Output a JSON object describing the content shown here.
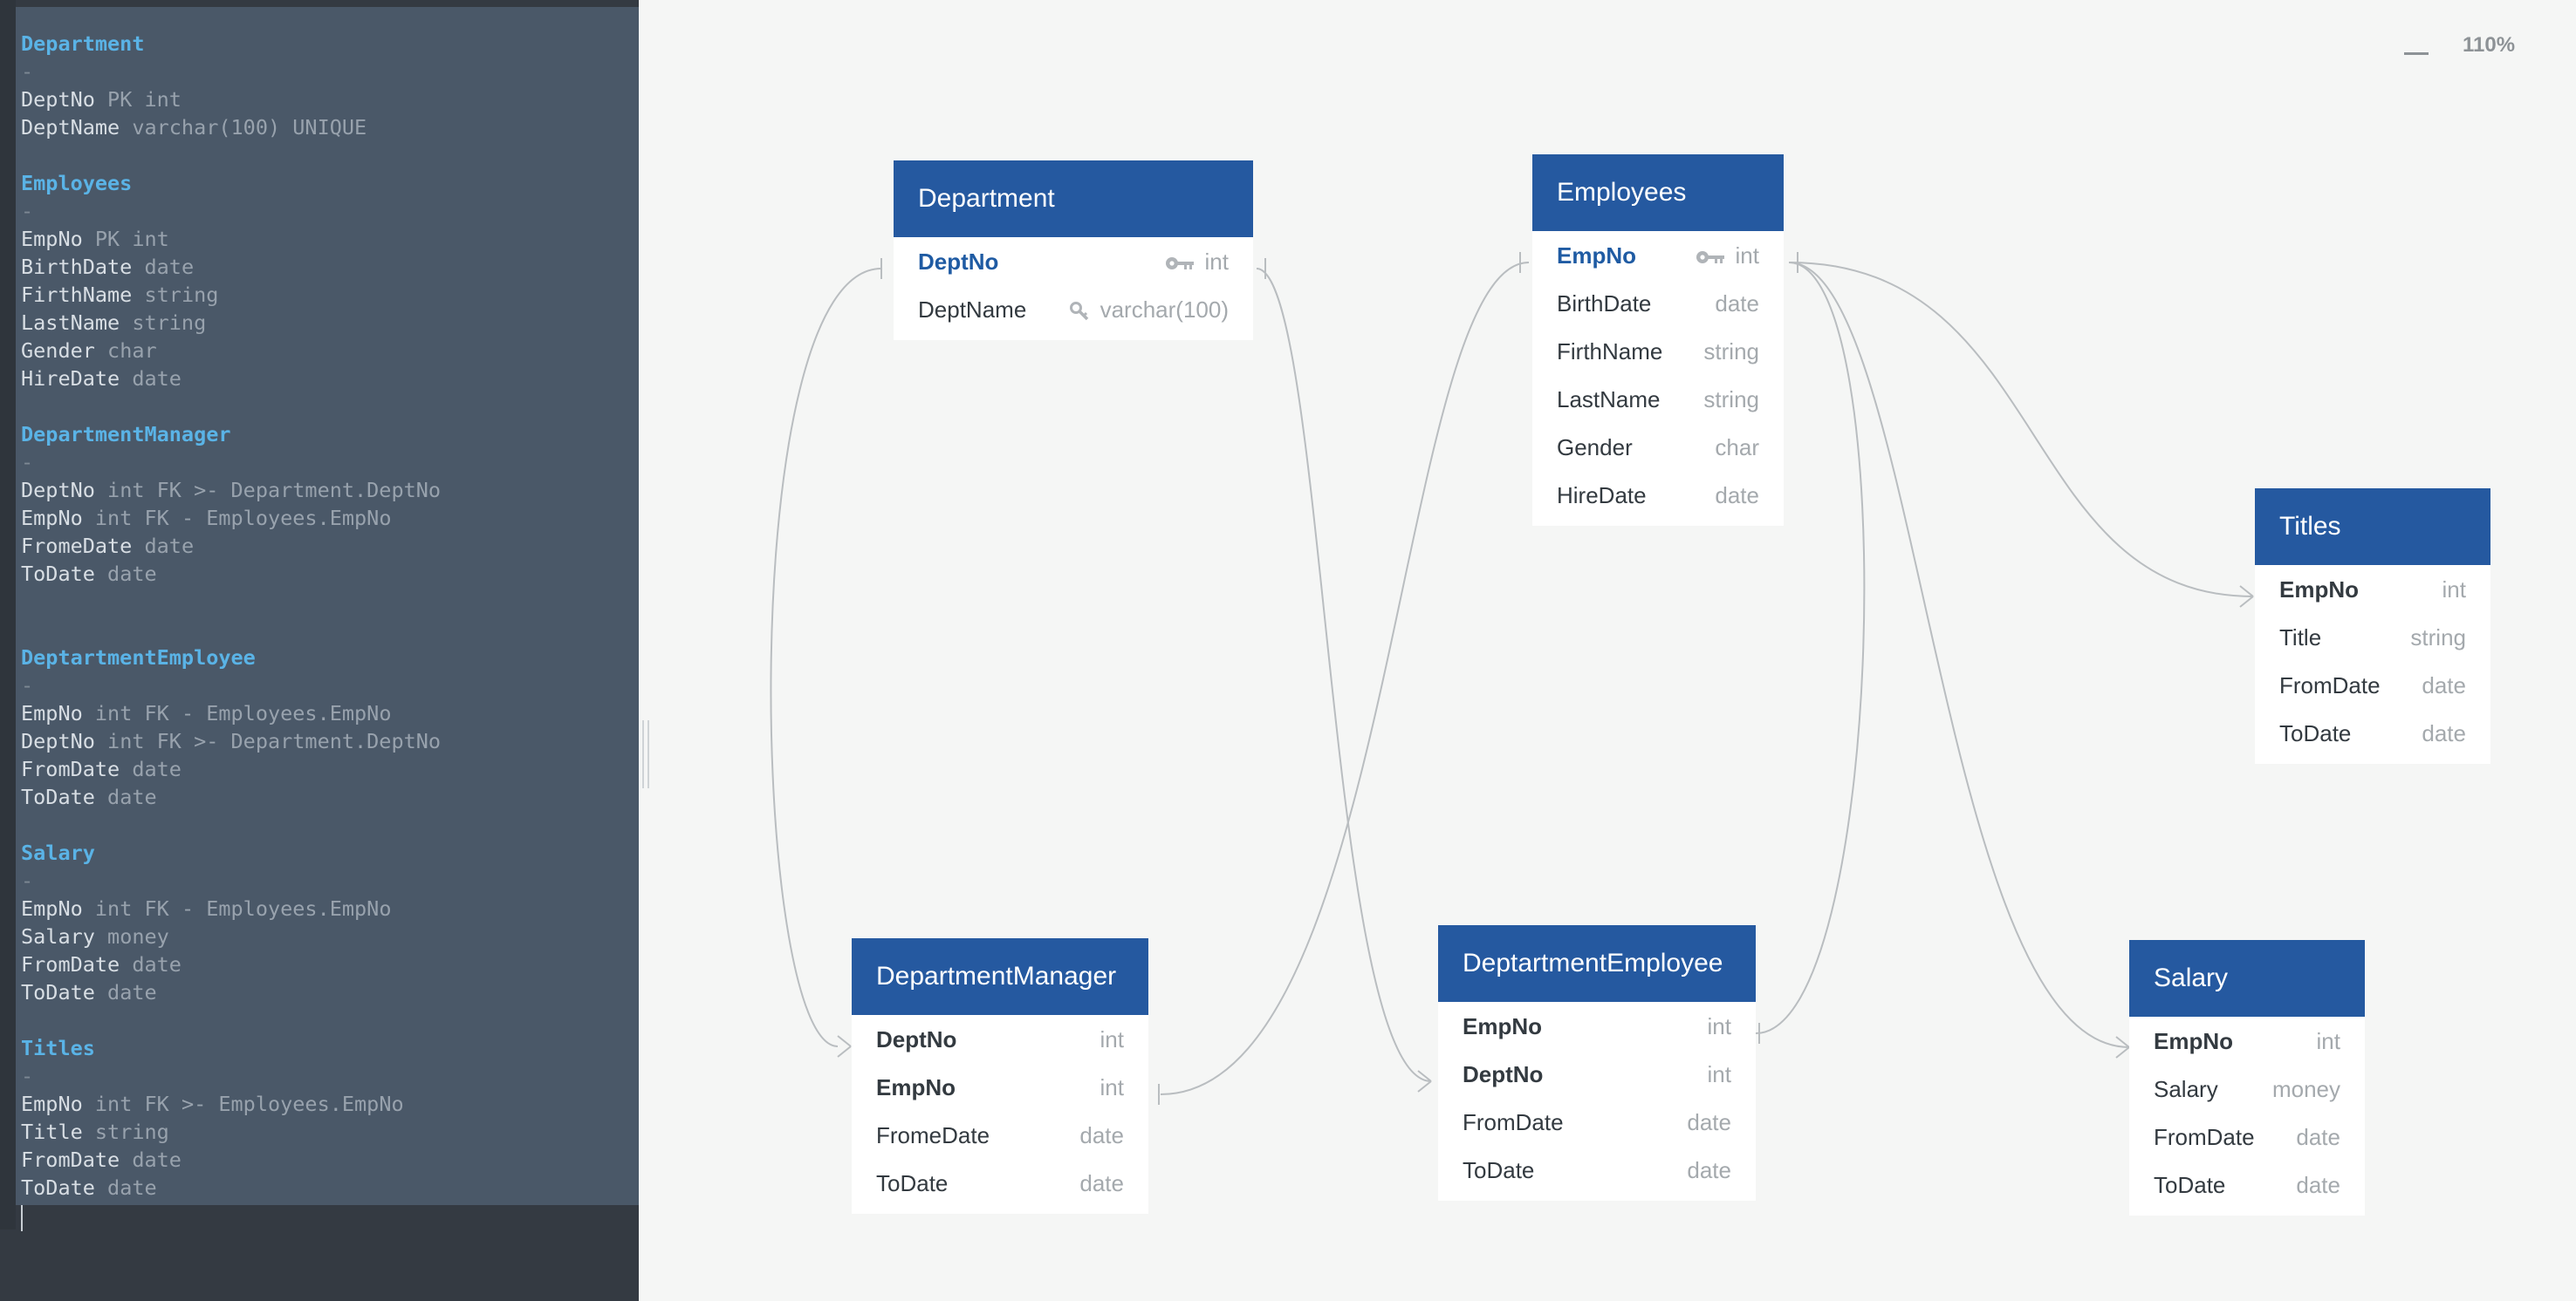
{
  "editor": {
    "lines": [
      {
        "kind": "table",
        "text": "Department"
      },
      {
        "kind": "dash",
        "text": "-"
      },
      {
        "kind": "field",
        "name": "DeptNo",
        "rest": "PK int"
      },
      {
        "kind": "field",
        "name": "DeptName",
        "rest": "varchar(100) UNIQUE"
      },
      {
        "kind": "blank"
      },
      {
        "kind": "table",
        "text": "Employees"
      },
      {
        "kind": "dash",
        "text": "-"
      },
      {
        "kind": "field",
        "name": "EmpNo",
        "rest": "PK int"
      },
      {
        "kind": "field",
        "name": "BirthDate",
        "rest": "date"
      },
      {
        "kind": "field",
        "name": "FirthName",
        "rest": "string"
      },
      {
        "kind": "field",
        "name": "LastName",
        "rest": "string"
      },
      {
        "kind": "field",
        "name": "Gender",
        "rest": "char"
      },
      {
        "kind": "field",
        "name": "HireDate",
        "rest": "date"
      },
      {
        "kind": "blank"
      },
      {
        "kind": "table",
        "text": "DepartmentManager"
      },
      {
        "kind": "dash",
        "text": "-"
      },
      {
        "kind": "field",
        "name": "DeptNo",
        "rest": "int FK >- Department.DeptNo"
      },
      {
        "kind": "field",
        "name": "EmpNo",
        "rest": "int FK - Employees.EmpNo"
      },
      {
        "kind": "field",
        "name": "FromeDate",
        "rest": "date"
      },
      {
        "kind": "field",
        "name": "ToDate",
        "rest": "date"
      },
      {
        "kind": "blank"
      },
      {
        "kind": "blank"
      },
      {
        "kind": "table",
        "text": "DeptartmentEmployee"
      },
      {
        "kind": "dash",
        "text": "-"
      },
      {
        "kind": "field",
        "name": "EmpNo",
        "rest": "int FK - Employees.EmpNo"
      },
      {
        "kind": "field",
        "name": "DeptNo",
        "rest": "int FK >- Department.DeptNo"
      },
      {
        "kind": "field",
        "name": "FromDate",
        "rest": "date"
      },
      {
        "kind": "field",
        "name": "ToDate",
        "rest": "date"
      },
      {
        "kind": "blank"
      },
      {
        "kind": "table",
        "text": "Salary"
      },
      {
        "kind": "dash",
        "text": "-"
      },
      {
        "kind": "field",
        "name": "EmpNo",
        "rest": "int FK - Employees.EmpNo"
      },
      {
        "kind": "field",
        "name": "Salary",
        "rest": "money"
      },
      {
        "kind": "field",
        "name": "FromDate",
        "rest": "date"
      },
      {
        "kind": "field",
        "name": "ToDate",
        "rest": "date"
      },
      {
        "kind": "blank"
      },
      {
        "kind": "table",
        "text": "Titles"
      },
      {
        "kind": "dash",
        "text": "-"
      },
      {
        "kind": "field",
        "name": "EmpNo",
        "rest": "int FK >- Employees.EmpNo"
      },
      {
        "kind": "field",
        "name": "Title",
        "rest": "string"
      },
      {
        "kind": "field",
        "name": "FromDate",
        "rest": "date"
      },
      {
        "kind": "field",
        "name": "ToDate",
        "rest": "date"
      }
    ]
  },
  "zoom": {
    "level": "110%",
    "out_icon": "minus-icon"
  },
  "colors": {
    "header": "#2559a0",
    "pk": "#1f5ba3",
    "connector": "#b9bdc0",
    "editor_bg": "#343a42",
    "table_name": "#5ab3e6"
  },
  "tables": {
    "department": {
      "title": "Department",
      "fields": [
        {
          "name": "DeptNo",
          "type": "int",
          "style": "pk",
          "icon": "key-icon"
        },
        {
          "name": "DeptName",
          "type": "varchar(100)",
          "style": "normal",
          "icon": "unique-key-icon"
        }
      ]
    },
    "employees": {
      "title": "Employees",
      "fields": [
        {
          "name": "EmpNo",
          "type": "int",
          "style": "pk",
          "icon": "key-icon"
        },
        {
          "name": "BirthDate",
          "type": "date",
          "style": "normal"
        },
        {
          "name": "FirthName",
          "type": "string",
          "style": "normal"
        },
        {
          "name": "LastName",
          "type": "string",
          "style": "normal"
        },
        {
          "name": "Gender",
          "type": "char",
          "style": "normal"
        },
        {
          "name": "HireDate",
          "type": "date",
          "style": "normal"
        }
      ]
    },
    "titles": {
      "title": "Titles",
      "fields": [
        {
          "name": "EmpNo",
          "type": "int",
          "style": "bold"
        },
        {
          "name": "Title",
          "type": "string",
          "style": "normal"
        },
        {
          "name": "FromDate",
          "type": "date",
          "style": "normal"
        },
        {
          "name": "ToDate",
          "type": "date",
          "style": "normal"
        }
      ]
    },
    "dept_manager": {
      "title": "DepartmentManager",
      "fields": [
        {
          "name": "DeptNo",
          "type": "int",
          "style": "bold"
        },
        {
          "name": "EmpNo",
          "type": "int",
          "style": "bold"
        },
        {
          "name": "FromeDate",
          "type": "date",
          "style": "normal"
        },
        {
          "name": "ToDate",
          "type": "date",
          "style": "normal"
        }
      ]
    },
    "dept_employee": {
      "title": "DeptartmentEmployee",
      "fields": [
        {
          "name": "EmpNo",
          "type": "int",
          "style": "bold"
        },
        {
          "name": "DeptNo",
          "type": "int",
          "style": "bold"
        },
        {
          "name": "FromDate",
          "type": "date",
          "style": "normal"
        },
        {
          "name": "ToDate",
          "type": "date",
          "style": "normal"
        }
      ]
    },
    "salary": {
      "title": "Salary",
      "fields": [
        {
          "name": "EmpNo",
          "type": "int",
          "style": "bold"
        },
        {
          "name": "Salary",
          "type": "money",
          "style": "normal"
        },
        {
          "name": "FromDate",
          "type": "date",
          "style": "normal"
        },
        {
          "name": "ToDate",
          "type": "date",
          "style": "normal"
        }
      ]
    }
  }
}
